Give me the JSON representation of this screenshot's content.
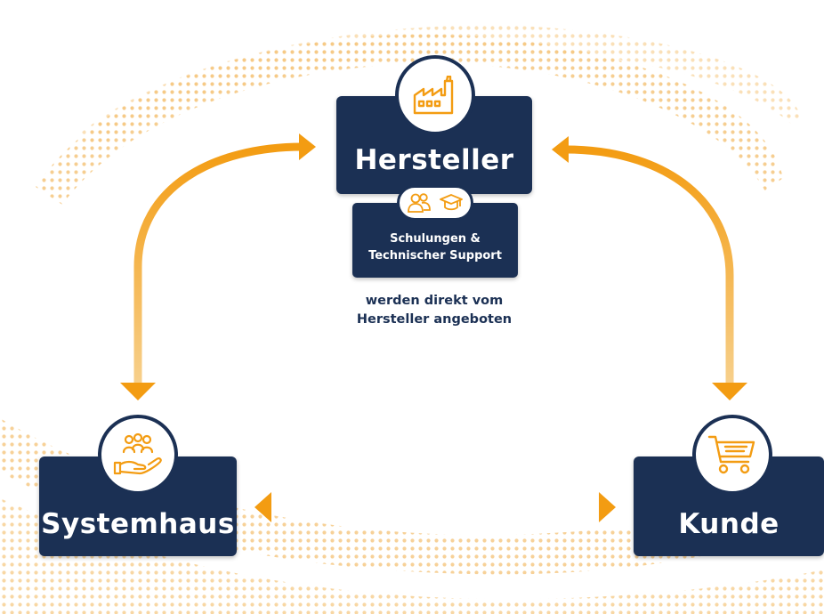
{
  "colors": {
    "navy": "#1b3054",
    "orange": "#f39c12",
    "orange_light": "#f7c66a",
    "pattern": "#f5c67e"
  },
  "nodes": {
    "hersteller": {
      "label": "Hersteller",
      "icon": "factory-icon"
    },
    "systemhaus": {
      "label": "Systemhaus",
      "icon": "hand-with-people-icon"
    },
    "kunde": {
      "label": "Kunde",
      "icon": "shopping-cart-icon"
    }
  },
  "support": {
    "icons": [
      "users-icon",
      "graduation-cap-icon"
    ],
    "line1": "Schulungen &",
    "line2": "Technischer Support"
  },
  "note": {
    "line1": "werden direkt vom",
    "line2": "Hersteller angeboten"
  }
}
